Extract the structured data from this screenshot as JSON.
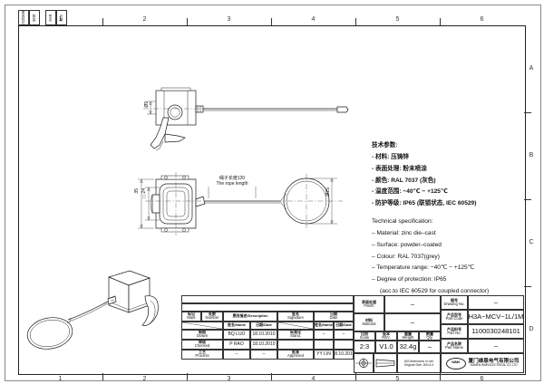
{
  "sheet": {
    "top_ruler": [
      "1",
      "2",
      "3",
      "4",
      "5",
      "6"
    ],
    "bottom_ruler": [
      "1",
      "2",
      "3",
      "4",
      "5",
      "6"
    ],
    "side_ruler": [
      "A",
      "B",
      "C",
      "D"
    ]
  },
  "corner_boxes": {
    "box1_cn": "更改标记",
    "box1_en": "Mark",
    "box2_cn": "数量",
    "box2_en": "Qty",
    "box3_cn": "签名",
    "box3_en": "Sign",
    "box4_cn": "日期",
    "box4_en": "Date"
  },
  "spec": {
    "cn_title": "技术参数:",
    "cn_lines": [
      "- 材料: 压铸锌",
      "- 表面处理: 粉末喷涂",
      "- 颜色: RAL 7037 (灰色)",
      "- 温度范围: −40℃ − +125℃",
      "- 防护等级: IP65 (联锁状态, IEC 60529)"
    ],
    "en_title": "Technical specification:",
    "en_lines": [
      "– Material: zinc die–cast",
      "– Surface: powder–coated",
      "– Colour: RAL 7037(grey)",
      "– Temperature range: −40℃ − +125℃",
      "– Degree of protection: IP65"
    ],
    "en_sub": "(acc.to IEC 60529 for coupled connector)"
  },
  "drawing_labels": {
    "rope_cn": "绳子长度120",
    "rope_en": "The rope length",
    "dim_height": "35",
    "dim_square": "□24",
    "dim_small": "Ø9",
    "dim_ring": "Ø25"
  },
  "revision_table": {
    "headers": {
      "mark_cn": "标记",
      "mark_en": "Mark",
      "number_cn": "处数",
      "number_en": "Number",
      "desc_cn": "更改描述",
      "desc_en": "Description",
      "sign_cn": "签名",
      "sign_en": "Signature",
      "date_cn": "日期",
      "date_en": "Date"
    },
    "subheaders": {
      "name_cn": "姓名",
      "name_en": "Name",
      "date_cn": "日期",
      "date_en": "Date"
    },
    "rows": [
      {
        "role_cn": "制图",
        "role_en": "Drawn",
        "name": "BQ  LUO",
        "date": "18.10.2010",
        "role2_cn": "标准化",
        "role2_en": "Stand.",
        "name2": "–",
        "date2": "–"
      },
      {
        "role_cn": "审核",
        "role_en": "Checked",
        "name": "P  RAO",
        "date": "18.10.2010",
        "role2_cn": "",
        "role2_en": "",
        "name2": "",
        "date2": ""
      },
      {
        "role_cn": "工艺",
        "role_en": "Process",
        "name": "–",
        "date": "–",
        "role2_cn": "批准",
        "role2_en": "Approved",
        "name2": "YY  LIN",
        "date2": "18.10.2010"
      }
    ]
  },
  "title_block": {
    "finish_cn": "表面处理",
    "finish_en": "Finish",
    "finish_val": "–",
    "material_cn": "材料",
    "material_en": "Material",
    "material_val": "–",
    "scale_cn": "比例",
    "scale_en": "Scale",
    "scale_val": "2:3",
    "rev_cn": "版本",
    "rev_en": "REV.",
    "rev_val": "V1.0",
    "weight_cn": "重量",
    "weight_en": "Weight",
    "weight_val": "32.4g",
    "qty_cn": "数量",
    "qty_en": "Qty.",
    "qty_val": "–",
    "drawing_no_cn": "图号",
    "drawing_no_en": "Drawing No.",
    "drawing_no_val": "–",
    "part_code_cn": "产品型号",
    "part_code_en": "Part Code",
    "part_code_val": "H3A−MCV−1L/1M",
    "part_no_cn": "产品料号",
    "part_no_en": "Part No.",
    "part_no_val": "1100030248101",
    "part_name_cn": "产品名称",
    "part_name_en": "Part Name",
    "part_name_val": "–",
    "note_line1": "All Dimensions in mm",
    "note_line2": "Original Size: DIN A 4",
    "projection_icon": "first-angle-projection-symbol",
    "logo_mark_text": "WAIN",
    "company_cn": "厦门维恩电气有限公司",
    "company_en": "XIAMEN WAIN ELECTRICAL CO.,LTD"
  }
}
